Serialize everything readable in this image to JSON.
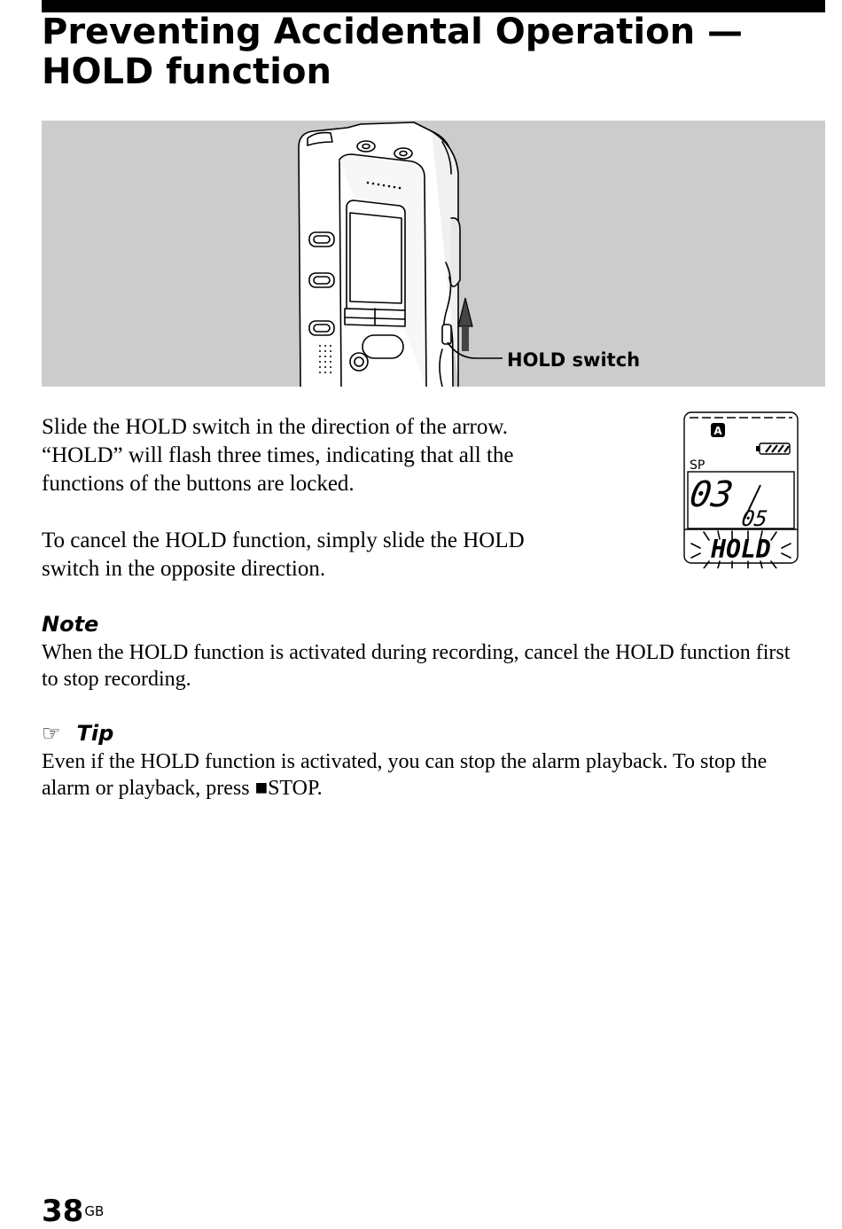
{
  "title": {
    "line1": "Preventing Accidental Operation —",
    "line2": "HOLD function"
  },
  "figure": {
    "callout": "HOLD switch"
  },
  "body": {
    "paragraph1": "Slide the HOLD switch in the direction of the arrow. “HOLD” will flash three times, indicating that all the functions of the buttons are locked.",
    "paragraph2": "To cancel the HOLD function, simply slide the HOLD switch in the opposite direction."
  },
  "display": {
    "folder": "A",
    "mode": "SP",
    "message_number": "03",
    "total_messages": "05",
    "status": "HOLD"
  },
  "note": {
    "heading": "Note",
    "text": "When the HOLD function is activated during recording, cancel the HOLD function first to stop recording."
  },
  "tip": {
    "icon": "pointing-hand-icon",
    "glyph": "☞",
    "heading": "Tip",
    "text": "Even if the HOLD function is activated, you can stop the alarm playback. To stop the alarm or playback, press ■STOP."
  },
  "footer": {
    "page_number": "38",
    "region": "GB"
  }
}
